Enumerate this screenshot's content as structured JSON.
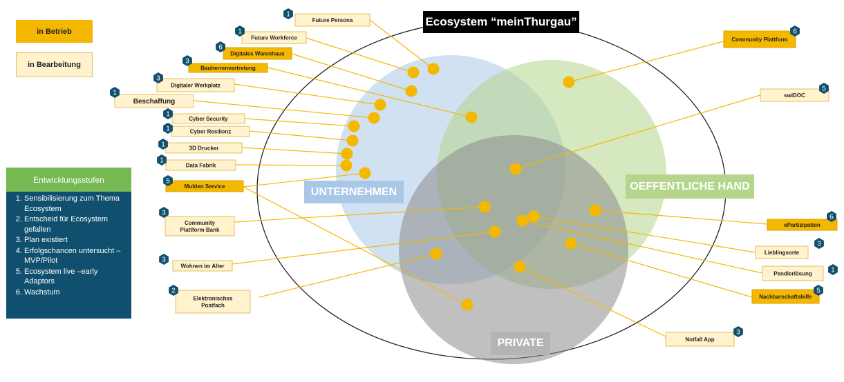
{
  "title": "Ecosystem “meinThurgau”",
  "legend": {
    "active": "in Betrieb",
    "wip": "in Bearbeitung"
  },
  "colors": {
    "active": "#f5b800",
    "wip": "#fff2cc",
    "badge": "#10506e",
    "dot": "#f5b800"
  },
  "stages": {
    "header": "Entwicklungsstufen",
    "items": [
      "Sensibilisierung zum Thema Ecosystem",
      "Entscheid für Ecosystem gefallen",
      "Plan existiert",
      "Erfolgschancen untersucht – MVP/Pilot",
      "Ecosystem live –early Adaptors",
      "Wachstum"
    ]
  },
  "circles": {
    "unternehmen": {
      "label": "UNTERNEHMEN",
      "color": "#a9c8e8"
    },
    "oeffentliche_hand": {
      "label": "OEFFENTLICHE HAND",
      "color": "#b5d58c"
    },
    "private": {
      "label": "PRIVATE",
      "color": "#8c8c8c"
    }
  },
  "projects": [
    {
      "label": "Future Persona",
      "stage": "1",
      "status": "wip"
    },
    {
      "label": "Future Workforce",
      "stage": "1",
      "status": "wip"
    },
    {
      "label": "Digitales  Warenhaus",
      "stage": "6",
      "status": "active"
    },
    {
      "label": "Bauherrenvertretung",
      "stage": "3",
      "status": "active"
    },
    {
      "label": "Digitaler  Werkplatz",
      "stage": "3",
      "status": "wip"
    },
    {
      "label": "Beschaffung",
      "stage": "1",
      "status": "wip"
    },
    {
      "label": "Cyber Security",
      "stage": "1",
      "status": "wip"
    },
    {
      "label": "Cyber Resilienz",
      "stage": "1",
      "status": "wip"
    },
    {
      "label": "3D Drucker",
      "stage": "1",
      "status": "wip"
    },
    {
      "label": "Data Fabrik",
      "stage": "1",
      "status": "wip"
    },
    {
      "label": "Mulden Service",
      "stage": "5",
      "status": "active"
    },
    {
      "label": "Community\nPlattform Bank",
      "stage": "3",
      "status": "wip"
    },
    {
      "label": "Wohnen im Alter",
      "stage": "3",
      "status": "wip"
    },
    {
      "label": "Elektronisches\nPostfach",
      "stage": "2",
      "status": "wip"
    },
    {
      "label": "Community  Plattform",
      "stage": "6",
      "status": "active"
    },
    {
      "label": "swiDOC",
      "stage": "5",
      "status": "wip"
    },
    {
      "label": "ePartizipation",
      "stage": "6",
      "status": "active"
    },
    {
      "label": "Lieblingsorte",
      "stage": "3",
      "status": "wip"
    },
    {
      "label": "Pendlerlösung",
      "stage": "1",
      "status": "wip"
    },
    {
      "label": "Nachbarschaftshilfe",
      "stage": "5",
      "status": "active"
    },
    {
      "label": "Notfall App",
      "stage": "3",
      "status": "wip"
    }
  ]
}
